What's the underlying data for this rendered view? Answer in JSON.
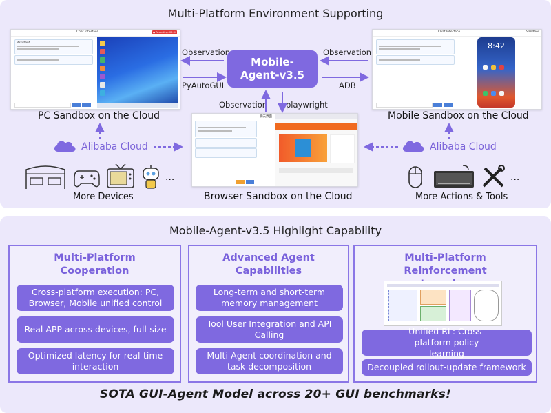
{
  "top": {
    "title": "Multi-Platform Environment Supporting",
    "center_label": "Mobile-Agent-v3.5",
    "arrows": {
      "observation_left": "Observation",
      "pyautogui": "PyAutoGUI",
      "observation_right": "Observation",
      "adb": "ADB",
      "observation_down": "Observation",
      "playwright": "playwright"
    },
    "pc_label": "PC Sandbox on the Cloud",
    "mobile_label": "Mobile Sandbox on the Cloud",
    "browser_label": "Browser Sandbox on the Cloud",
    "cloud_left": "Alibaba Cloud",
    "cloud_right": "Alibaba Cloud",
    "more_devices": "More Devices",
    "more_tools": "More Actions & Tools",
    "ellipsis": "...",
    "pc_chat_title": "Chat Interface",
    "pc_recording": "● Recording: 00:34",
    "pc_chat_assistant": "Assistant",
    "mobile_chat_title": "Chat Interface",
    "mobile_sandbox_title": "Sandbox",
    "phone_time": "8:42",
    "browser_chat_title": "聊天界面"
  },
  "highlight": {
    "title": "Mobile-Agent-v3.5 Highlight Capability",
    "columns": [
      {
        "title": "Multi-Platform Cooperation",
        "items": [
          "Cross-platform execution: PC, Browser, Mobile unified control",
          "Real APP across devices, full-size",
          "Optimized latency for real-time interaction"
        ]
      },
      {
        "title": "Advanced Agent Capabilities",
        "items": [
          "Long-term and short-term memory management",
          "Tool User Integration and API Calling",
          "Multi-Agent coordination and task decomposition"
        ]
      },
      {
        "title": "Multi-Platform Reinforcement Learning",
        "items": [
          "Unified RL: Cross-platform policy learning",
          "Decoupled rollout-update framework"
        ]
      }
    ]
  },
  "footer": "SOTA GUI-Agent Model across 20+ GUI benchmarks!",
  "colors": {
    "accent": "#7f69e0",
    "panel": "#ece8fb",
    "accent_text": "#7a62dc"
  },
  "icons": [
    "car-icon",
    "gamepad-icon",
    "tv-icon",
    "robot-icon",
    "mouse-icon",
    "keyboard-icon",
    "tools-icon",
    "cloud-icon"
  ]
}
